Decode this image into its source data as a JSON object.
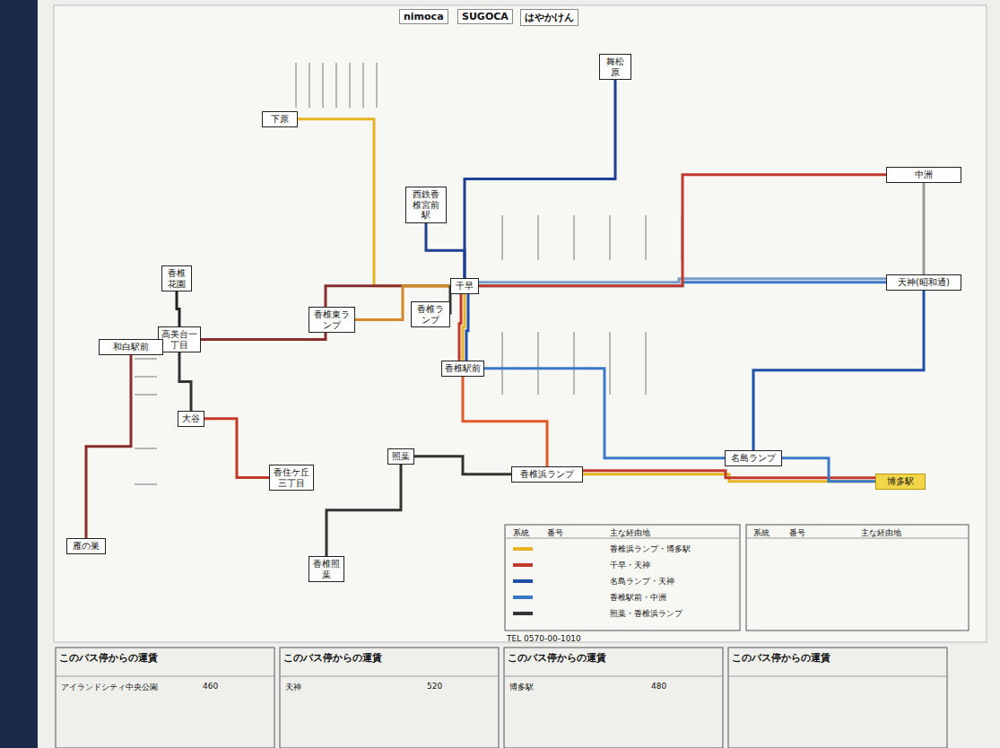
{
  "diagram": {
    "nodes": [
      {
        "text": [
          "下原"
        ]
      },
      {
        "text": [
          "香椎花園"
        ]
      },
      {
        "text": [
          "高美台一丁目"
        ]
      },
      {
        "text": [
          "和白駅前"
        ]
      },
      {
        "text": [
          "大谷"
        ]
      },
      {
        "text": [
          "西鉄香椎宮前駅"
        ]
      },
      {
        "text": [
          "香椎東ランプ"
        ]
      },
      {
        "text": [
          "香椎ランプ"
        ]
      },
      {
        "text": [
          "千早"
        ]
      },
      {
        "text": [
          "香椎駅前"
        ]
      },
      {
        "text": [
          "香住ケ丘三丁目"
        ]
      },
      {
        "text": [
          "照葉"
        ]
      },
      {
        "text": [
          "香椎浜ランプ"
        ]
      },
      {
        "text": [
          "名島ランプ"
        ]
      },
      {
        "text": [
          "天神(昭和通)"
        ]
      },
      {
        "text": [
          "中洲"
        ]
      },
      {
        "text": [
          "博多駅"
        ]
      },
      {
        "text": [
          "舞松原"
        ]
      },
      {
        "text": [
          "香椎照葉"
        ]
      },
      {
        "text": [
          "雁の巣"
        ]
      }
    ],
    "edges": [
      {
        "from": 0,
        "to": 8,
        "arrow": "none"
      },
      {
        "from": 1,
        "to": 2,
        "arrow": "none"
      },
      {
        "from": 2,
        "to": 8,
        "arrow": "none"
      },
      {
        "from": 3,
        "to": 2,
        "arrow": "none"
      },
      {
        "from": 4,
        "to": 2,
        "arrow": "none"
      },
      {
        "from": 5,
        "to": 8,
        "arrow": "none"
      },
      {
        "from": 6,
        "to": 8,
        "arrow": "none"
      },
      {
        "from": 7,
        "to": 8,
        "arrow": "none"
      },
      {
        "from": 8,
        "to": 9,
        "arrow": "none"
      },
      {
        "from": 8,
        "to": 9,
        "arrow": "none"
      },
      {
        "from": 8,
        "to": 9,
        "arrow": "none"
      },
      {
        "from": 8,
        "to": 14,
        "arrow": "none"
      },
      {
        "from": 8,
        "to": 14,
        "arrow": "none"
      },
      {
        "from": 8,
        "to": 15,
        "arrow": "none"
      },
      {
        "from": 9,
        "to": 12,
        "arrow": "none"
      },
      {
        "from": 12,
        "to": 16,
        "arrow": "none"
      },
      {
        "from": 12,
        "to": 16,
        "arrow": "none"
      },
      {
        "from": 13,
        "to": 16,
        "arrow": "none"
      },
      {
        "from": 13,
        "to": 14,
        "arrow": "none"
      },
      {
        "from": 10,
        "to": 4,
        "arrow": "none"
      },
      {
        "from": 11,
        "to": 12,
        "arrow": "none"
      },
      {
        "from": 17,
        "to": 8,
        "arrow": "none"
      },
      {
        "from": 18,
        "to": 11,
        "arrow": "none"
      },
      {
        "from": 19,
        "to": 3,
        "arrow": "none"
      },
      {
        "from": 9,
        "to": 13,
        "arrow": "none"
      },
      {
        "from": 15,
        "to": 14,
        "arrow": "none"
      }
    ],
    "labels": [
      "nimoca",
      "SUGOCA",
      "はやかけん",
      "系統",
      "番号",
      "主な経由地",
      "系統",
      "番号",
      "主な経由地",
      "TEL 0570-00-1010",
      "このバス停からの運賃",
      "このバス停からの運賃",
      "このバス停からの運賃",
      "このバス停からの運賃",
      "アイランドシティ中央公園",
      "460",
      "天神",
      "520",
      "博多駅",
      "480"
    ],
    "legend": [
      {
        "text": "香椎浜ランプ・博多駅",
        "color": "#e6b422"
      },
      {
        "text": "千早・天神",
        "color": "#c0392b"
      },
      {
        "text": "名島ランプ・天神",
        "color": "#1f4fa8"
      },
      {
        "text": "香椎駅前・中洲",
        "color": "#3a78c8"
      },
      {
        "text": "照葉・香椎浜ランプ",
        "color": "#333333"
      }
    ]
  }
}
